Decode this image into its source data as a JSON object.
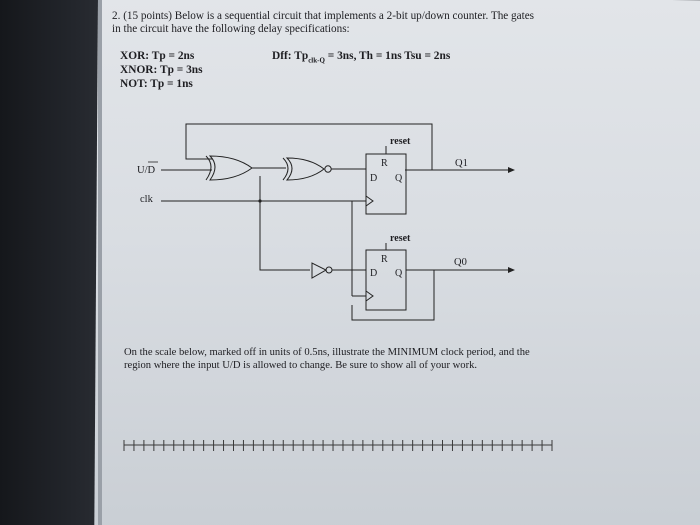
{
  "problem": {
    "line1": "2. (15 points) Below is a sequential circuit that implements a 2-bit up/down counter. The gates",
    "line2": "in the circuit have the following delay specifications:"
  },
  "delays": {
    "xor": "XOR: Tp = 2ns",
    "xnor": "XNOR: Tp = 3ns",
    "not": "NOT: Tp = 1ns",
    "dff_prefix": "Dff:  Tp",
    "dff_sub": "clk-Q",
    "dff_suffix": " = 3ns,   Th = 1ns   Tsu = 2ns"
  },
  "circuit": {
    "input_ud": "U/D",
    "input_clk": "clk",
    "reset_top": "reset",
    "reset_bottom": "reset",
    "ff_r": "R",
    "ff_d": "D",
    "ff_q": "Q",
    "output_q1": "Q1",
    "output_q0": "Q0"
  },
  "instructions": {
    "line1": "On the scale below, marked off in units of 0.5ns, illustrate the MINIMUM clock period, and the",
    "line2": "region where the input U/D is allowed to change. Be sure to show all of your work."
  },
  "timing_scale": {
    "tick_unit_ns": 0.5,
    "tick_count": 44
  }
}
